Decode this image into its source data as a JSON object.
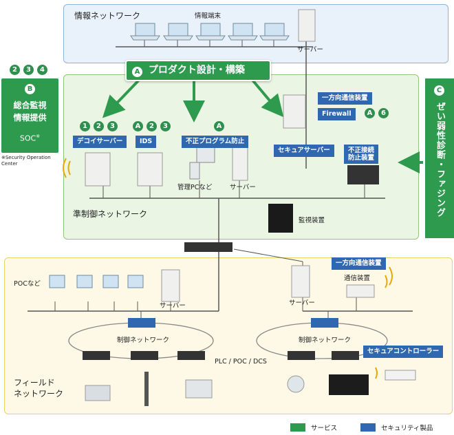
{
  "zones": {
    "info": "情報ネットワーク",
    "semi": "準制御ネットワーク",
    "field": "フィールド\nネットワーク"
  },
  "info_network": {
    "terminal_label": "情報端末",
    "server_label": "サーバー"
  },
  "product_design": {
    "badge": "A",
    "label": "プロダクト設計・構築"
  },
  "soc": {
    "badges": [
      "2",
      "3",
      "4"
    ],
    "letter": "B",
    "title_line1": "総合監視",
    "title_line2": "情報提供",
    "soc_label": "SOC",
    "soc_mark": "※",
    "footnote": "※Security Operation Center"
  },
  "vulnerability": {
    "letter": "C",
    "label": "ぜい弱性診断・ファジング"
  },
  "semi_network": {
    "decoy": {
      "badges": [
        "1",
        "2",
        "3"
      ],
      "label": "デコイサーバー"
    },
    "ids": {
      "badges": [
        "A",
        "2",
        "3"
      ],
      "label": "IDS"
    },
    "malware": {
      "badges": [
        "A"
      ],
      "label": "不正プログラム防止",
      "pc_label": "管理PCなど",
      "server_label": "サーバー"
    },
    "secure_server": "セキュアサーバー",
    "one_way": "一方向通信装置",
    "firewall": "Firewall",
    "firewall_badges": [
      "A",
      "6"
    ],
    "unauth_line1": "不正接続",
    "unauth_line2": "防止装置",
    "monitor": "監視装置"
  },
  "field_network": {
    "poc_label": "POCなど",
    "server_left": "サーバー",
    "server_right": "サーバー",
    "control_left": "制御ネットワーク",
    "control_right": "制御ネットワーク",
    "one_way": "一方向通信装置",
    "comm_device": "通信装置",
    "plc": "PLC / POC / DCS",
    "secure_controller": "セキュアコントローラー"
  },
  "legend": {
    "service": "サービス",
    "service_color": "#2e9a4e",
    "product": "セキュリティ製品",
    "product_color": "#2f67b1"
  }
}
